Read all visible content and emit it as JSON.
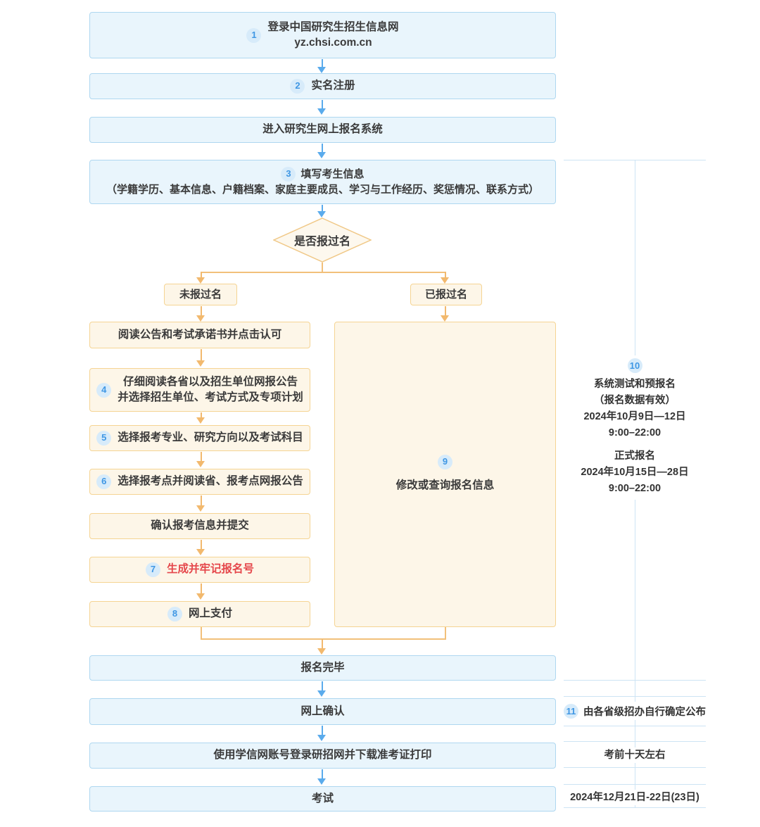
{
  "flow": {
    "step1": {
      "badge": "1",
      "title": "登录中国研究生招生信息网",
      "url": "yz.chsi.com.cn"
    },
    "step2": {
      "badge": "2",
      "label": "实名注册"
    },
    "enter_system": {
      "label": "进入研究生网上报名系统"
    },
    "step3": {
      "badge": "3",
      "title": "填写考生信息",
      "detail": "（学籍学历、基本信息、户籍档案、家庭主要成员、学习与工作经历、奖惩情况、联系方式）"
    },
    "decision": {
      "label": "是否报过名"
    },
    "branch_not_registered": {
      "label": "未报过名"
    },
    "branch_registered": {
      "label": "已报过名"
    },
    "read_notice": {
      "label": "阅读公告和考试承诺书并点击认可"
    },
    "step4": {
      "badge": "4",
      "line1": "仔细阅读各省以及招生单位网报公告",
      "line2": "并选择招生单位、考试方式及专项计划"
    },
    "step5": {
      "badge": "5",
      "label": "选择报考专业、研究方向以及考试科目"
    },
    "step6": {
      "badge": "6",
      "label": "选择报考点并阅读省、报考点网报公告"
    },
    "confirm_submit": {
      "label": "确认报考信息并提交"
    },
    "step7": {
      "badge": "7",
      "label": "生成并牢记报名号"
    },
    "step8": {
      "badge": "8",
      "label": "网上支付"
    },
    "step9": {
      "badge": "9",
      "label": "修改或查询报名信息"
    },
    "registration_done": {
      "label": "报名完毕"
    },
    "online_confirm": {
      "label": "网上确认"
    },
    "download_ticket": {
      "label": "使用学信网账号登录研招网并下载准考证打印"
    },
    "exam": {
      "label": "考试"
    }
  },
  "sidebar": {
    "note10": {
      "badge": "10",
      "phase1_title": "系统测试和预报名",
      "phase1_note": "（报名数据有效）",
      "phase1_date": "2024年10月9日—12日",
      "phase1_time": "9:00–22:00",
      "phase2_title": "正式报名",
      "phase2_date": "2024年10月15日—28日",
      "phase2_time": "9:00–22:00"
    },
    "note11": {
      "badge": "11",
      "label": "由各省级招办自行确定公布"
    },
    "note_ticket_time": {
      "label": "考前十天左右"
    },
    "note_exam_date": {
      "label": "2024年12月21日-22日(23日)"
    }
  },
  "colors": {
    "blue_accent": "#5aabec",
    "orange_accent": "#f2b96e",
    "red_highlight": "#e5474b"
  }
}
